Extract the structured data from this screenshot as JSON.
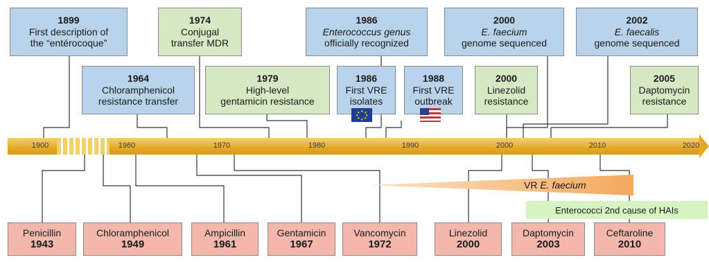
{
  "top_events": [
    {
      "year": "1899",
      "lines": [
        "First description of",
        "the “entérocoque”"
      ],
      "color": "blue"
    },
    {
      "year": "1974",
      "lines": [
        "Conjugal",
        "transfer MDR"
      ],
      "color": "green"
    },
    {
      "year": "1986",
      "lines": [
        "Enterococcus genus",
        "officially recognized"
      ],
      "color": "blue"
    },
    {
      "year": "2000",
      "lines": [
        "E. faecium",
        "genome sequenced"
      ],
      "color": "blue"
    },
    {
      "year": "2002",
      "lines": [
        "E. faecalis",
        "genome sequenced"
      ],
      "color": "blue"
    },
    {
      "year": "1964",
      "lines": [
        "Chloramphenicol",
        "resistance transfer"
      ],
      "color": "blue"
    },
    {
      "year": "1979",
      "lines": [
        "High-level",
        "gentamicin resistance"
      ],
      "color": "green"
    },
    {
      "year": "1986",
      "lines": [
        "First VRE",
        "isolates"
      ],
      "color": "blue"
    },
    {
      "year": "1988",
      "lines": [
        "First VRE",
        "outbreak"
      ],
      "color": "blue"
    },
    {
      "year": "2000",
      "lines": [
        "Linezolid",
        "resistance"
      ],
      "color": "green"
    },
    {
      "year": "2005",
      "lines": [
        "Daptomycin",
        "resistance"
      ],
      "color": "green"
    }
  ],
  "axis": {
    "ticks": [
      "1900",
      "1960",
      "1970",
      "1980",
      "1990",
      "2000",
      "2010",
      "2020"
    ],
    "colors": {
      "bar": "#e4a92a",
      "bar_light": "#f4d166"
    }
  },
  "flags": [
    "eu-flag-icon",
    "us-flag-icon"
  ],
  "antibiotics": [
    {
      "name": "Penicillin",
      "year": "1943"
    },
    {
      "name": "Chloramphenicol",
      "year": "1949"
    },
    {
      "name": "Ampicillin",
      "year": "1961"
    },
    {
      "name": "Gentamicin",
      "year": "1967"
    },
    {
      "name": "Vancomycin",
      "year": "1972"
    },
    {
      "name": "Linezolid",
      "year": "2000"
    },
    {
      "name": "Daptomycin",
      "year": "2003"
    },
    {
      "name": "Ceftaroline",
      "year": "2010"
    }
  ],
  "trend_label": "VR E. faecium",
  "hai_label": "Enterococci 2nd cause of HAIs",
  "colors": {
    "blue_box": "#b8d3ea",
    "green_box": "#d7e8c4",
    "red_box": "#f3b8ab",
    "wedge": "#f4b677",
    "hai": "#d6f3c2"
  }
}
